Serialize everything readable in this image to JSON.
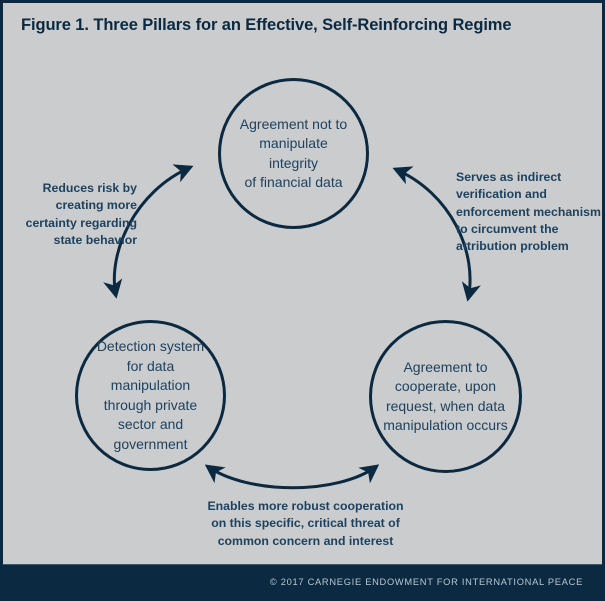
{
  "figure": {
    "title": "Figure 1. Three Pillars for an Effective, Self-Reinforcing Regime",
    "background_color": "#cbcccd",
    "accent_color": "#0b2a42",
    "text_color": "#1d4260"
  },
  "pillars": [
    {
      "id": "agreement-integrity",
      "label": "Agreement not to\nmanipulate integrity\nof financial data"
    },
    {
      "id": "detection-system",
      "label": "Detection system\nfor data manipulation\nthrough private\nsector and\ngovernment"
    },
    {
      "id": "agreement-cooperate",
      "label": "Agreement to\ncooperate, upon\nrequest, when data\nmanipulation occurs"
    }
  ],
  "connectors": [
    {
      "id": "left-connector",
      "caption": "Reduces risk by\ncreating more\ncertainty regarding\nstate behavior",
      "style": "double-headed-arc"
    },
    {
      "id": "right-connector",
      "caption": "Serves as indirect\nverification and\nenforcement mechanism\nto circumvent the\nattribution problem",
      "style": "double-headed-arc"
    },
    {
      "id": "bottom-connector",
      "caption": "Enables more robust cooperation\non this specific, critical threat of\ncommon concern and interest",
      "style": "double-headed-arc"
    }
  ],
  "footer": {
    "credit": "© 2017 CARNEGIE ENDOWMENT FOR INTERNATIONAL PEACE",
    "background_color": "#0b2a42"
  }
}
